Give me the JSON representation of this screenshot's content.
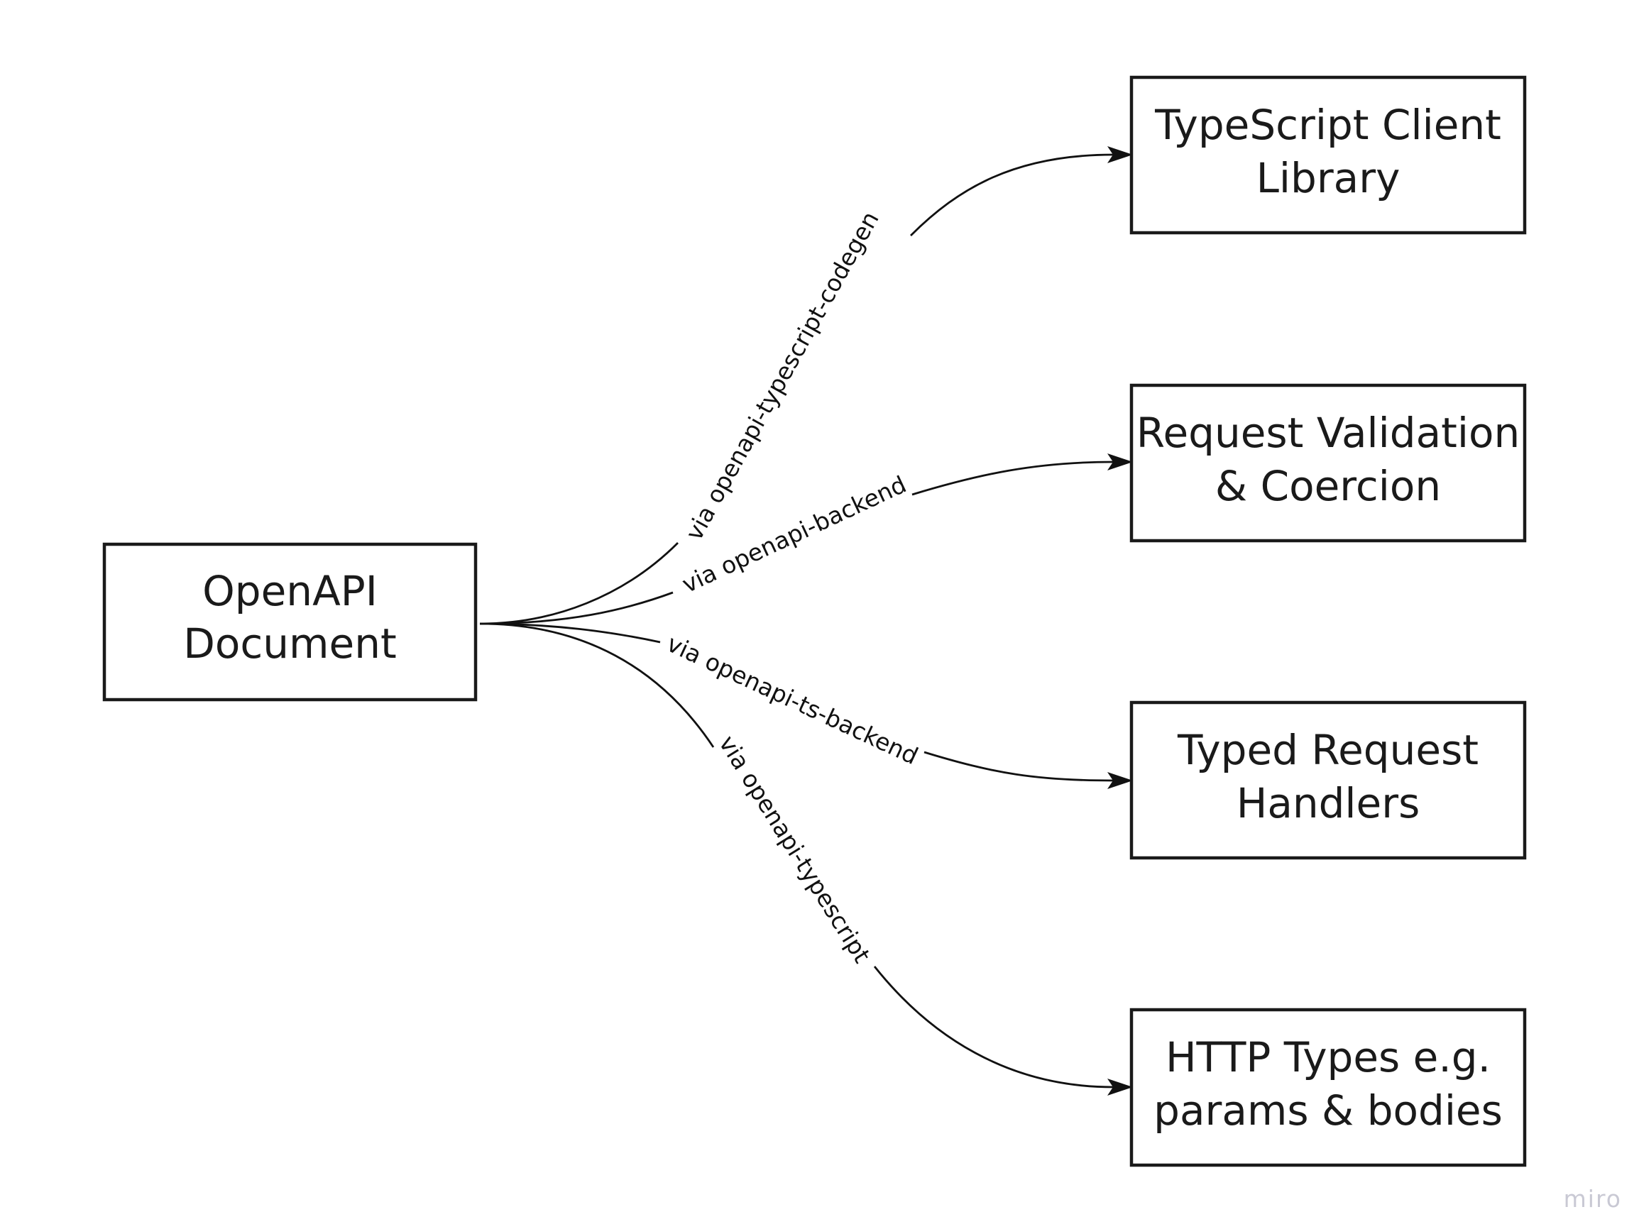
{
  "source": {
    "line1": "OpenAPI",
    "line2": "Document"
  },
  "targets": [
    {
      "line1": "TypeScript Client",
      "line2": "Library"
    },
    {
      "line1": "Request Validation",
      "line2": "& Coercion"
    },
    {
      "line1": "Typed Request",
      "line2": "Handlers"
    },
    {
      "line1": "HTTP Types e.g.",
      "line2": "params & bodies"
    }
  ],
  "edges": [
    {
      "label": "via openapi-typescript-codegen"
    },
    {
      "label": "via openapi-backend"
    },
    {
      "label": "via openapi-ts-backend"
    },
    {
      "label": "via openapi-typescript"
    }
  ],
  "watermark": "miro",
  "colors": {
    "line": "#111111",
    "box_border": "#1a1a1a",
    "watermark": "#c9c9d4",
    "background": "#ffffff"
  }
}
